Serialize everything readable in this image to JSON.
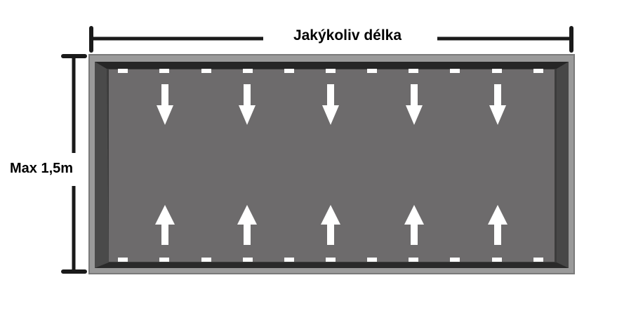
{
  "labels": {
    "length": "Jakýkoliv délka",
    "height": "Max 1,5m"
  },
  "colors": {
    "frame": "#999999",
    "frame_edge": "#7a7a7a",
    "recess": "#3c3c3c",
    "panel": "#6d6b6c",
    "arrow": "#ffffff",
    "dimension_line": "#1a1a1a"
  },
  "diagram": {
    "arrows_down_count": 5,
    "arrows_up_count": 5,
    "top_clip_count": 11,
    "bottom_clip_count": 11
  }
}
